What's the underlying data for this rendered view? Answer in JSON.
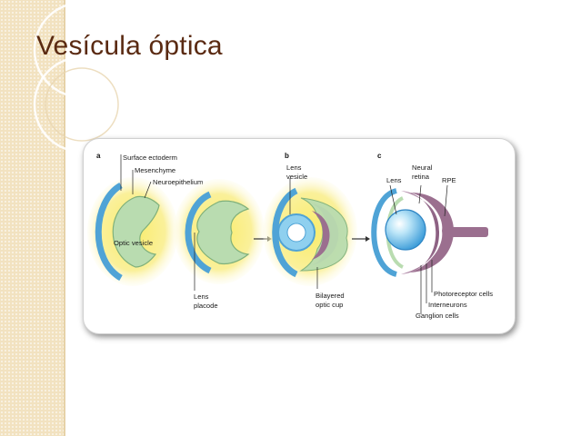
{
  "slide": {
    "title": "Vesícula óptica"
  },
  "figure": {
    "panels": [
      "a",
      "b",
      "c"
    ],
    "panel_a": {
      "labels": [
        "Surface ectoderm",
        "Mesenchyme",
        "Neuroepithelium",
        "Optic vesicle"
      ],
      "lens_placode": [
        "Lens",
        "placode"
      ]
    },
    "panel_b": {
      "lens_vesicle": [
        "Lens",
        "vesicle"
      ],
      "optic_cup": [
        "Bilayered",
        "optic cup"
      ]
    },
    "panel_c": {
      "lens": "Lens",
      "neural_retina": [
        "Neural",
        "retina"
      ],
      "rpe": "RPE",
      "bottom_labels": [
        "Photoreceptor cells",
        "Interneurons",
        "Ganglion cells"
      ]
    },
    "colors": {
      "surface_ectoderm": "#4fa3d6",
      "neuroepithelium": "#b9dcb0",
      "mesenchyme": "#f7e65a",
      "rpe": "#9b6f8f",
      "lens": "#8fd0ef",
      "title": "#5a2a12"
    }
  }
}
